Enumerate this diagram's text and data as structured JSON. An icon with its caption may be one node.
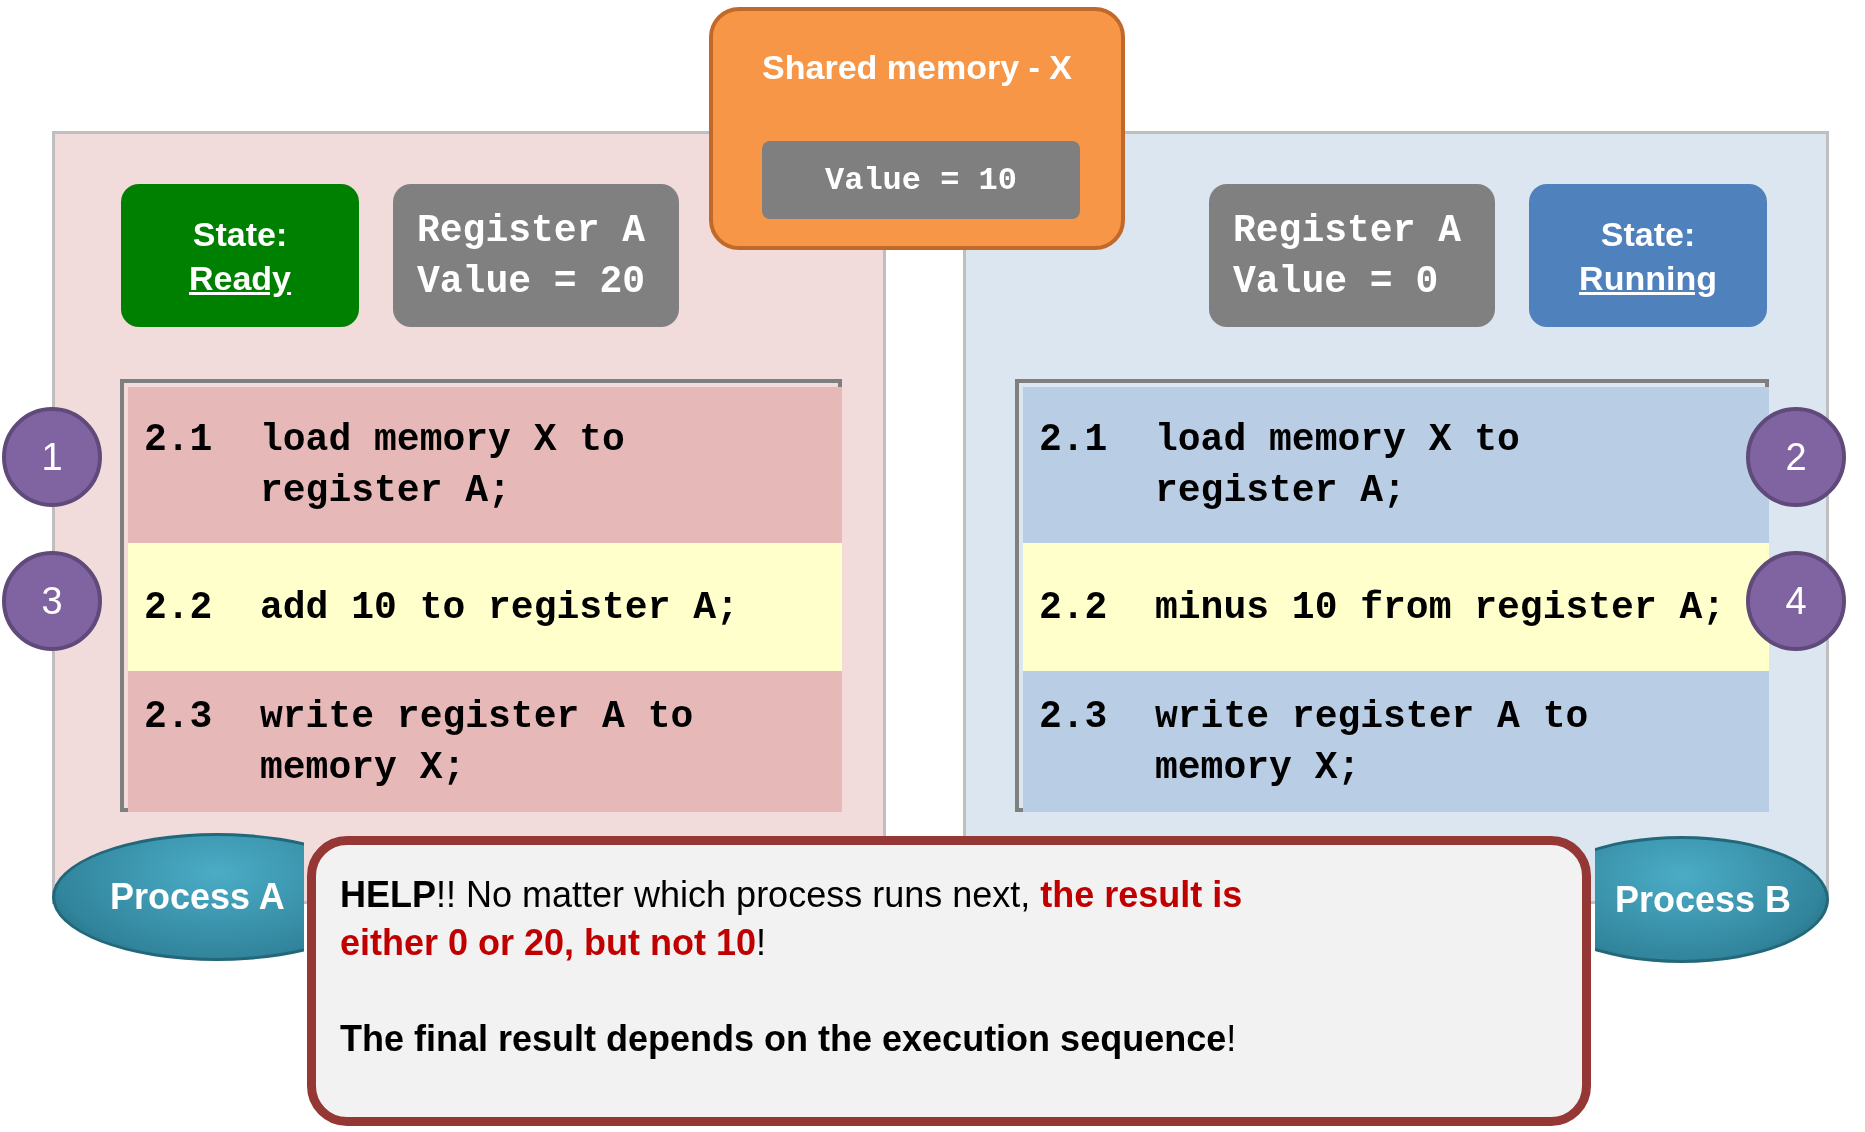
{
  "diagram": {
    "nodes": [
      {
        "text": [
          "Shared memory - X"
        ]
      },
      {
        "text": [
          "Value = 10"
        ],
        "in": 0
      },
      {
        "text": [],
        "shape": "box"
      },
      {
        "text": [
          "State:",
          "Ready"
        ],
        "in": 2
      },
      {
        "text": [
          "Register A Value = 20"
        ],
        "in": 2
      },
      {
        "text": [],
        "shape": "box",
        "in": 2
      },
      {
        "text": [
          "2.1",
          "load memory X to register A;"
        ],
        "in": 5
      },
      {
        "text": [
          "2.2",
          "add 10 to register A;"
        ],
        "in": 5
      },
      {
        "text": [
          "2.3",
          "write register A to memory X;"
        ],
        "in": 5
      },
      {
        "text": [],
        "shape": "box"
      },
      {
        "text": [
          "Register A Value = 0"
        ],
        "in": 9
      },
      {
        "text": [
          "State:",
          "Running"
        ],
        "in": 9
      },
      {
        "text": [],
        "shape": "box",
        "in": 9
      },
      {
        "text": [
          "2.1",
          "load memory X to register A;"
        ],
        "in": 12
      },
      {
        "text": [
          "2.2",
          "minus 10 from register A;"
        ],
        "in": 12
      },
      {
        "text": [
          "2.3",
          "write register A to memory X;"
        ],
        "in": 12
      },
      {
        "text": [
          "1"
        ]
      },
      {
        "text": [
          "2"
        ]
      },
      {
        "text": [
          "3"
        ]
      },
      {
        "text": [
          "4"
        ]
      },
      {
        "text": [
          "Process A"
        ]
      },
      {
        "text": [
          "Process B"
        ]
      },
      {
        "text": [
          "**HELP**!!  No matter which process runs next, **the result is either 0 or 20, but not 10**!",
          "**The final result depends on the execution sequence**!"
        ]
      }
    ]
  }
}
